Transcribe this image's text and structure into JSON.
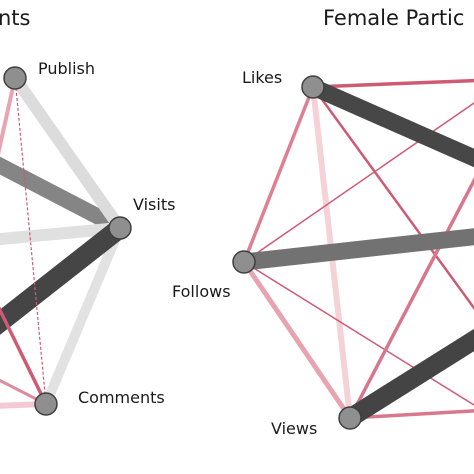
{
  "colors": {
    "dark": "#474747",
    "mid": "#7a7a7a",
    "light": "#dcdcdc",
    "pink_strong": "#cf5a74",
    "pink_mid": "#e3909f",
    "pink_light": "#f4cdd3",
    "node_fill": "#8f8f8f",
    "node_stroke": "#3f3f3f"
  },
  "panels": [
    {
      "title": "nts",
      "nodes": [
        {
          "id": "publish",
          "label": "Publish"
        },
        {
          "id": "visits",
          "label": "Visits"
        },
        {
          "id": "comments",
          "label": "Comments"
        }
      ]
    },
    {
      "title": "Female Partic",
      "nodes": [
        {
          "id": "likes",
          "label": "Likes"
        },
        {
          "id": "follows",
          "label": "Follows"
        },
        {
          "id": "views",
          "label": "Views"
        }
      ]
    }
  ]
}
